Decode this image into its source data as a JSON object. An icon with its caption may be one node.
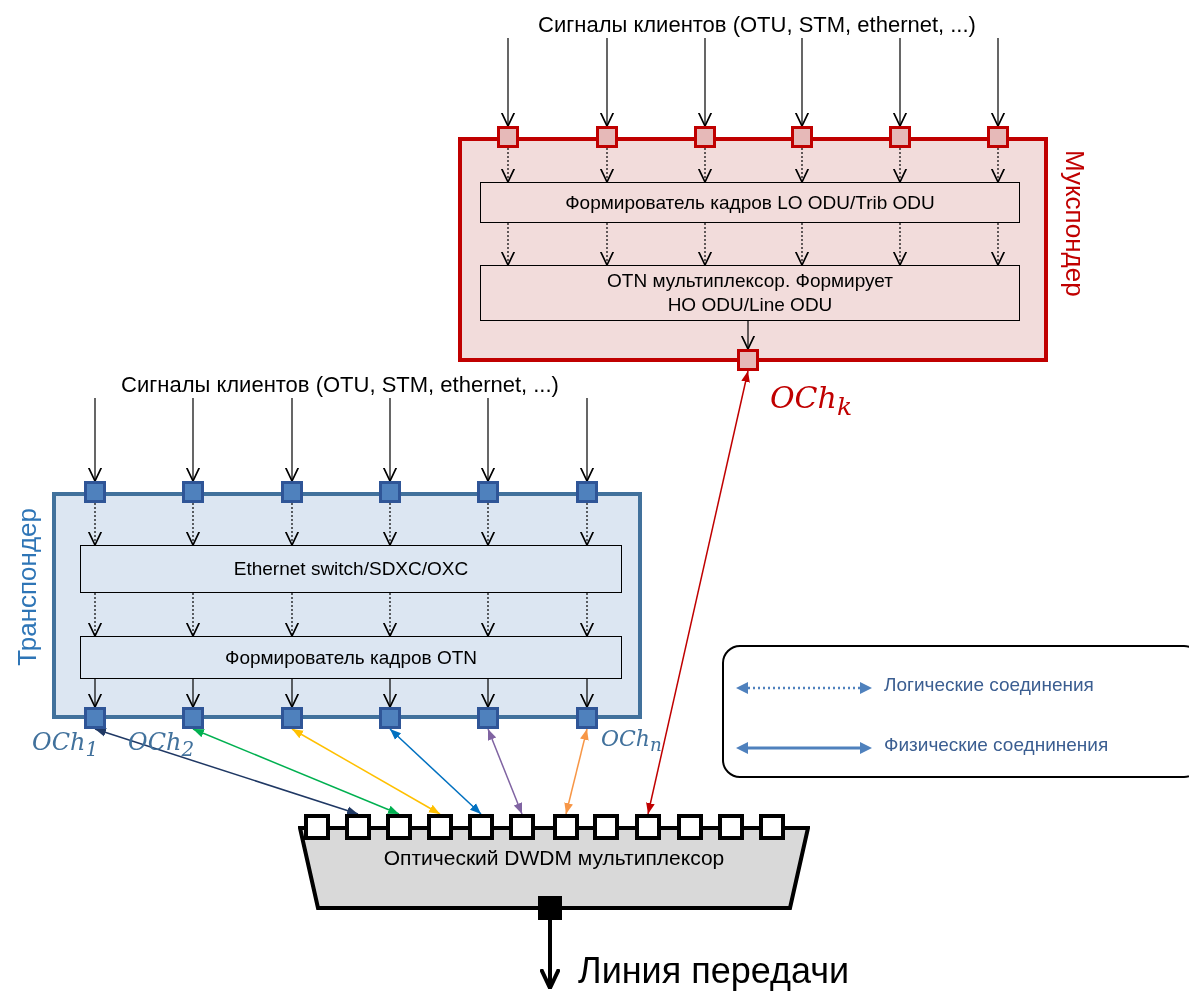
{
  "diagram": {
    "nodes": [
      {
        "text": [
          "Сигналы клиентов (OTU, STM, ethernet, ...)"
        ]
      },
      {
        "text": [
          "Мукспондер"
        ]
      },
      {
        "text": [],
        "shape": "box",
        "in": 1
      },
      {
        "text": [],
        "shape": "box",
        "in": 1
      },
      {
        "text": [],
        "shape": "box",
        "in": 1
      },
      {
        "text": [],
        "shape": "box",
        "in": 1
      },
      {
        "text": [],
        "shape": "box",
        "in": 1
      },
      {
        "text": [],
        "shape": "box",
        "in": 1
      },
      {
        "text": [
          "Формирователь кадров LO ODU/Trib ODU"
        ],
        "in": 1
      },
      {
        "text": [
          "OTN мультиплексор. Формирует HO ODU/Line ODU"
        ],
        "in": 1
      },
      {
        "text": [],
        "shape": "box",
        "in": 1,
        "beside": [
          "OCh$_{k}$"
        ]
      },
      {
        "text": [
          "Сигналы клиентов (OTU, STM, ethernet, ...)"
        ]
      },
      {
        "text": [
          "Транспондер"
        ]
      },
      {
        "text": [],
        "shape": "box",
        "in": 12
      },
      {
        "text": [],
        "shape": "box",
        "in": 12
      },
      {
        "text": [],
        "shape": "box",
        "in": 12
      },
      {
        "text": [],
        "shape": "box",
        "in": 12
      },
      {
        "text": [],
        "shape": "box",
        "in": 12
      },
      {
        "text": [],
        "shape": "box",
        "in": 12
      },
      {
        "text": [
          "Ethernet switch/SDXC/OXC"
        ],
        "in": 12
      },
      {
        "text": [
          "Формирователь кадров OTN"
        ],
        "in": 12
      },
      {
        "text": [],
        "shape": "box",
        "in": 12,
        "beside": [
          "OCh$_{1}$"
        ]
      },
      {
        "text": [],
        "shape": "box",
        "in": 12,
        "beside": [
          "OCh$_{2}$"
        ]
      },
      {
        "text": [],
        "shape": "box",
        "in": 12
      },
      {
        "text": [],
        "shape": "box",
        "in": 12
      },
      {
        "text": [],
        "shape": "box",
        "in": 12
      },
      {
        "text": [],
        "shape": "box",
        "in": 12,
        "beside": [
          "OCh$_{n}$"
        ]
      },
      {
        "text": [
          "Оптический DWDM мультиплексор"
        ]
      },
      {
        "text": [],
        "shape": "box",
        "in": 27
      },
      {
        "text": [],
        "shape": "box",
        "in": 27
      },
      {
        "text": [],
        "shape": "box",
        "in": 27
      },
      {
        "text": [],
        "shape": "box",
        "in": 27
      },
      {
        "text": [],
        "shape": "box",
        "in": 27
      },
      {
        "text": [],
        "shape": "box",
        "in": 27
      },
      {
        "text": [],
        "shape": "box",
        "in": 27
      },
      {
        "text": [],
        "shape": "box",
        "in": 27
      },
      {
        "text": [],
        "shape": "box",
        "in": 27
      },
      {
        "text": [],
        "shape": "box",
        "in": 27
      },
      {
        "text": [],
        "shape": "box",
        "in": 27
      },
      {
        "text": [],
        "shape": "box",
        "in": 27
      },
      {
        "text": [],
        "shape": "box",
        "in": 27
      },
      {
        "text": [
          "Линия передачи"
        ]
      }
    ],
    "edges": [
      {
        "from": 0,
        "to": 2,
        "arrow": "to"
      },
      {
        "from": 0,
        "to": 3,
        "arrow": "to"
      },
      {
        "from": 0,
        "to": 4,
        "arrow": "to"
      },
      {
        "from": 0,
        "to": 5,
        "arrow": "to"
      },
      {
        "from": 0,
        "to": 6,
        "arrow": "to"
      },
      {
        "from": 0,
        "to": 7,
        "arrow": "to"
      },
      {
        "from": 2,
        "to": 8,
        "arrow": "to",
        "style": "dashed"
      },
      {
        "from": 3,
        "to": 8,
        "arrow": "to",
        "style": "dashed"
      },
      {
        "from": 4,
        "to": 8,
        "arrow": "to",
        "style": "dashed"
      },
      {
        "from": 5,
        "to": 8,
        "arrow": "to",
        "style": "dashed"
      },
      {
        "from": 6,
        "to": 8,
        "arrow": "to",
        "style": "dashed"
      },
      {
        "from": 7,
        "to": 8,
        "arrow": "to",
        "style": "dashed"
      },
      {
        "from": 8,
        "to": 9,
        "arrow": "to",
        "style": "dashed"
      },
      {
        "from": 8,
        "to": 9,
        "arrow": "to",
        "style": "dashed"
      },
      {
        "from": 8,
        "to": 9,
        "arrow": "to",
        "style": "dashed"
      },
      {
        "from": 8,
        "to": 9,
        "arrow": "to",
        "style": "dashed"
      },
      {
        "from": 8,
        "to": 9,
        "arrow": "to",
        "style": "dashed"
      },
      {
        "from": 8,
        "to": 9,
        "arrow": "to",
        "style": "dashed"
      },
      {
        "from": 9,
        "to": 10,
        "arrow": "to"
      },
      {
        "from": 10,
        "to": 36,
        "arrow": "both",
        "color": "#c00000"
      },
      {
        "from": 11,
        "to": 13,
        "arrow": "to"
      },
      {
        "from": 11,
        "to": 14,
        "arrow": "to"
      },
      {
        "from": 11,
        "to": 15,
        "arrow": "to"
      },
      {
        "from": 11,
        "to": 16,
        "arrow": "to"
      },
      {
        "from": 11,
        "to": 17,
        "arrow": "to"
      },
      {
        "from": 11,
        "to": 18,
        "arrow": "to"
      },
      {
        "from": 13,
        "to": 19,
        "arrow": "to",
        "style": "dashed"
      },
      {
        "from": 14,
        "to": 19,
        "arrow": "to",
        "style": "dashed"
      },
      {
        "from": 15,
        "to": 19,
        "arrow": "to",
        "style": "dashed"
      },
      {
        "from": 16,
        "to": 19,
        "arrow": "to",
        "style": "dashed"
      },
      {
        "from": 17,
        "to": 19,
        "arrow": "to",
        "style": "dashed"
      },
      {
        "from": 18,
        "to": 19,
        "arrow": "to",
        "style": "dashed"
      },
      {
        "from": 19,
        "to": 20,
        "arrow": "to",
        "style": "dashed"
      },
      {
        "from": 19,
        "to": 20,
        "arrow": "to",
        "style": "dashed"
      },
      {
        "from": 19,
        "to": 20,
        "arrow": "to",
        "style": "dashed"
      },
      {
        "from": 19,
        "to": 20,
        "arrow": "to",
        "style": "dashed"
      },
      {
        "from": 19,
        "to": 20,
        "arrow": "to",
        "style": "dashed"
      },
      {
        "from": 19,
        "to": 20,
        "arrow": "to",
        "style": "dashed"
      },
      {
        "from": 20,
        "to": 21,
        "arrow": "to"
      },
      {
        "from": 20,
        "to": 22,
        "arrow": "to"
      },
      {
        "from": 20,
        "to": 23,
        "arrow": "to"
      },
      {
        "from": 20,
        "to": 24,
        "arrow": "to"
      },
      {
        "from": 20,
        "to": 25,
        "arrow": "to"
      },
      {
        "from": 20,
        "to": 26,
        "arrow": "to"
      },
      {
        "from": 21,
        "to": 29,
        "arrow": "both",
        "color": "#1f3864"
      },
      {
        "from": 22,
        "to": 30,
        "arrow": "both",
        "color": "#00b050"
      },
      {
        "from": 23,
        "to": 31,
        "arrow": "both",
        "color": "#ffc000"
      },
      {
        "from": 24,
        "to": 32,
        "arrow": "both",
        "color": "#0070c0"
      },
      {
        "from": 25,
        "to": 33,
        "arrow": "both",
        "color": "#8064a2"
      },
      {
        "from": 26,
        "to": 34,
        "arrow": "both",
        "color": "#f79646"
      },
      {
        "from": 40,
        "to": 41,
        "arrow": "to",
        "style": "thick"
      }
    ],
    "legend": [
      {
        "text": "Логические соединения"
      },
      {
        "text": "Физические соеднинения"
      }
    ]
  }
}
